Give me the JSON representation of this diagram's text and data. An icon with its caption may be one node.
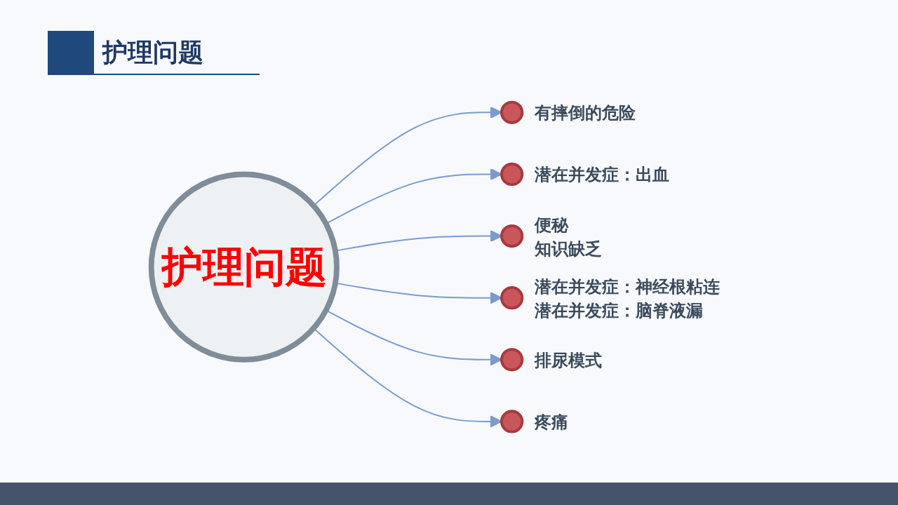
{
  "diagram": {
    "title": "护理问题",
    "nodes": [
      {
        "text": [
          "护理问题"
        ]
      },
      {
        "text": [],
        "shape": "circle",
        "beside": [
          "有摔倒的危险"
        ]
      },
      {
        "text": [],
        "shape": "circle",
        "beside": [
          "潜在并发症：出血"
        ]
      },
      {
        "text": [],
        "shape": "circle",
        "beside": [
          "便秘",
          "知识缺乏"
        ]
      },
      {
        "text": [],
        "shape": "circle",
        "beside": [
          "潜在并发症：神经根粘连",
          "潜在并发症：脑脊液漏"
        ]
      },
      {
        "text": [],
        "shape": "circle",
        "beside": [
          "排尿模式"
        ]
      },
      {
        "text": [],
        "shape": "circle",
        "beside": [
          "疼痛"
        ]
      }
    ],
    "edges": [
      {
        "from": 0,
        "to": 1,
        "arrow": "to"
      },
      {
        "from": 0,
        "to": 2,
        "arrow": "to"
      },
      {
        "from": 0,
        "to": 3,
        "arrow": "to"
      },
      {
        "from": 0,
        "to": 4,
        "arrow": "to"
      },
      {
        "from": 0,
        "to": 5,
        "arrow": "to"
      },
      {
        "from": 0,
        "to": 6,
        "arrow": "to"
      }
    ]
  }
}
